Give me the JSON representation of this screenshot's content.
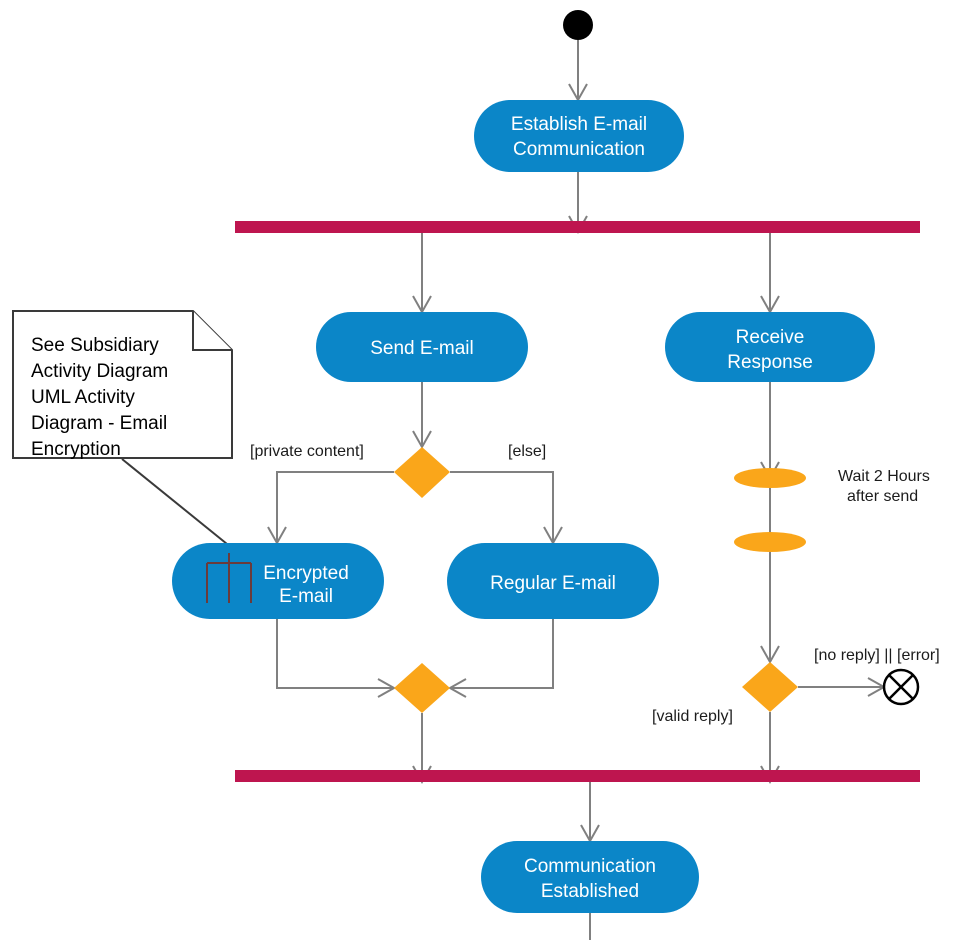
{
  "diagram": {
    "type": "uml-activity-diagram",
    "title": "UML Activity Diagram - E-mail Communication",
    "colors": {
      "activity_fill": "#0B86C8",
      "activity_text": "#FFFFFF",
      "fork_bar": "#BE154F",
      "decision_fill": "#FAA61A",
      "event_fill": "#FAA61A",
      "edge": "#808080",
      "note_border": "#3A3A3A",
      "note_fill": "#FFFFFF",
      "label_text": "#1C1C1C",
      "initial_node": "#000000",
      "rake_icon": "#6B3B3B"
    }
  },
  "nodes": {
    "initial": {
      "name": "initial-node",
      "shape": "filled-circle"
    },
    "establish": {
      "label_line1": "Establish E-mail",
      "label_line2": "Communication"
    },
    "fork_top": {
      "name": "fork-bar",
      "shape": "bar"
    },
    "send_email": {
      "label_line1": "Send E-mail",
      "label_line2": ""
    },
    "receive_response": {
      "label_line1": "Receive",
      "label_line2": "Response"
    },
    "decision_content": {
      "name": "decision-private-content",
      "shape": "diamond"
    },
    "encrypted_email": {
      "label_line1": "Encrypted",
      "label_line2": "E-mail",
      "icon": "rake-subactivity-icon"
    },
    "regular_email": {
      "label_line1": "Regular E-mail",
      "label_line2": ""
    },
    "merge_email": {
      "name": "merge-node",
      "shape": "diamond"
    },
    "time_event_1": {
      "name": "time-event-upper",
      "shape": "ellipse"
    },
    "time_event_2": {
      "name": "time-event-lower",
      "shape": "ellipse"
    },
    "decision_reply": {
      "name": "decision-reply",
      "shape": "diamond"
    },
    "flow_final": {
      "name": "flow-final-node",
      "shape": "circle-with-x"
    },
    "join_bottom": {
      "name": "join-bar",
      "shape": "bar"
    },
    "communication_established": {
      "label_line1": "Communication",
      "label_line2": "Established"
    }
  },
  "labels": {
    "guard_private_content": "[private content]",
    "guard_else": "[else]",
    "guard_no_reply_error": "[no reply]  || [error]",
    "guard_valid_reply": "[valid reply]",
    "event_wait_line1": "Wait 2 Hours",
    "event_wait_line2": "after send"
  },
  "note": {
    "name": "subsidiary-diagram-note",
    "lines": [
      "See Subsidiary",
      "Activity Diagram",
      "UML Activity",
      "Diagram - Email",
      "Encryption"
    ]
  }
}
